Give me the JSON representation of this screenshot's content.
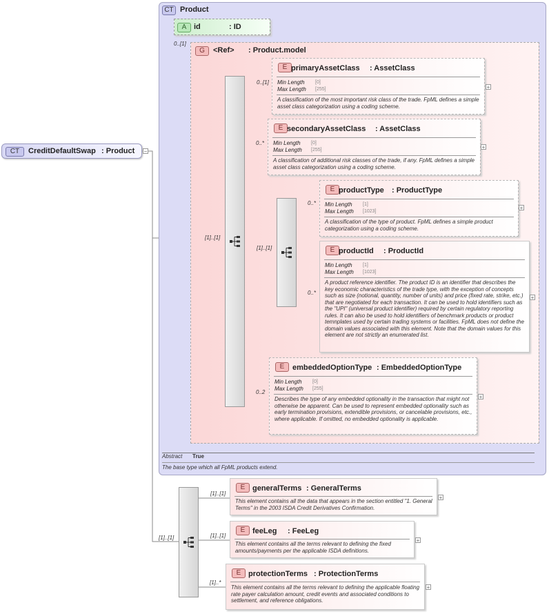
{
  "root": {
    "badge": "CT",
    "name": "CreditDefaultSwap",
    "type": "Product"
  },
  "complex_type": {
    "badge": "CT",
    "name": "Product",
    "abstract_label": "Abstract",
    "abstract_value": "True",
    "doc": "The base type which all FpML products extend."
  },
  "attribute": {
    "badge": "A",
    "name": "id",
    "type": ": ID"
  },
  "group": {
    "badge": "G",
    "ref": "<Ref>",
    "type": ": Product.model"
  },
  "cardinalities": {
    "group": "0..[1]",
    "group_seq": "[1]..[1]",
    "choice": "[1]..[1]",
    "primary": "0..[1]",
    "secondary": "0..*",
    "productType": "0..*",
    "productId": "0..*",
    "embedded": "0..2",
    "outer_seq": "[1]..[1]",
    "generalTerms": "[1]..[1]",
    "feeLeg": "[1]..[1]",
    "protectionTerms": "[1]..*"
  },
  "elements": {
    "primary": {
      "badge": "E",
      "name": "primaryAssetClass",
      "type": ": AssetClass",
      "min_label": "Min Length",
      "min_value": "[0]",
      "max_label": "Max Length",
      "max_value": "[255]",
      "doc": "A classification of the most important risk class of the trade. FpML defines a simple asset class categorization using a coding scheme."
    },
    "secondary": {
      "badge": "E",
      "name": "secondaryAssetClass",
      "type": ": AssetClass",
      "min_label": "Min Length",
      "min_value": "[0]",
      "max_label": "Max Length",
      "max_value": "[255]",
      "doc": "A classification of additional risk classes of the trade, if any. FpML defines a simple asset class categorization using a coding scheme."
    },
    "productType": {
      "badge": "E",
      "name": "productType",
      "type": ": ProductType",
      "min_label": "Min Length",
      "min_value": "[1]",
      "max_label": "Max Length",
      "max_value": "[1023]",
      "doc": "A classification of the type of product. FpML defines a simple product categorization using a coding scheme."
    },
    "productId": {
      "badge": "E",
      "name": "productId",
      "type": ": ProductId",
      "min_label": "Min Length",
      "min_value": "[1]",
      "max_label": "Max Length",
      "max_value": "[1023]",
      "doc": "A product reference identifier. The product ID is an identifier that describes the key economic characteristics of the trade type, with the exception of concepts such as size (notional, quantity, number of units) and price (fixed rate, strike, etc.) that are negotiated for each transaction. It can be used to hold identifiers such as the \"UPI\" (universal product identifier) required by certain regulatory reporting rules. It can also be used to hold identifiers of benchmark products or product temnplates used by certain trading systems or facilities. FpML does not define the domain values associated with this element. Note that the domain values for this element are not strictly an enumerated list."
    },
    "embedded": {
      "badge": "E",
      "name": "embeddedOptionType",
      "type": ": EmbeddedOptionType",
      "min_label": "Min Length",
      "min_value": "[0]",
      "max_label": "Max Length",
      "max_value": "[255]",
      "doc": "Describes the type of any embedded optionality in the transaction that might not otherwise be apparent. Can be used to represent embedded optionality such as early termination provisions, extendible provisions, or cancelable provisions, etc., where applicable. If omitted, no embedded optionality is applicable."
    },
    "generalTerms": {
      "badge": "E",
      "name": "generalTerms",
      "type": ": GeneralTerms",
      "doc": "This element contains all the data that appears in the section entitled \"1. General Terms\" in the 2003 ISDA Credit Derivatives Confirmation."
    },
    "feeLeg": {
      "badge": "E",
      "name": "feeLeg",
      "type": ": FeeLeg",
      "doc": "This element contains all the terms relevant to defining the fixed amounts/payments per the applicable ISDA definitions."
    },
    "protectionTerms": {
      "badge": "E",
      "name": "protectionTerms",
      "type": ": ProtectionTerms",
      "doc": "This element contains all the terms relevant to defining the applicable floating rate payer calculation amount, credit events and associated conditions to settlement, and reference obligations."
    }
  },
  "expand_symbol": "+",
  "collapse_symbol": "−"
}
